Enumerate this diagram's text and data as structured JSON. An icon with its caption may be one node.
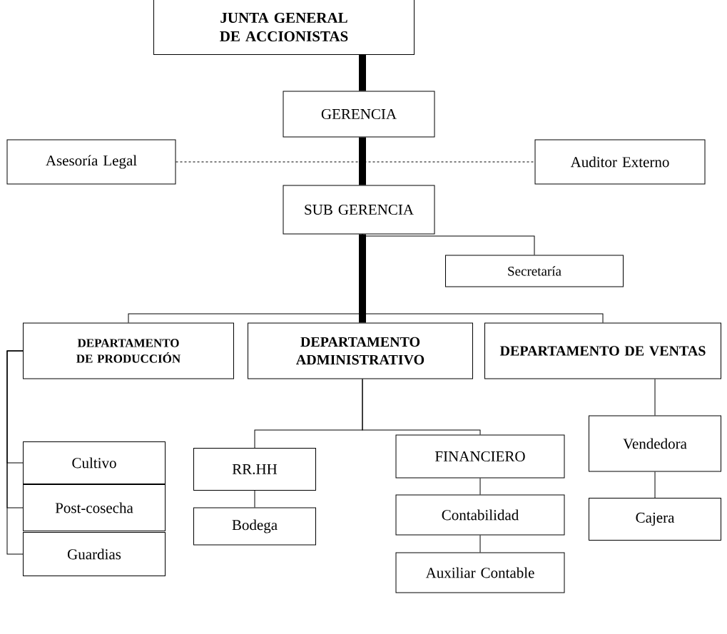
{
  "diagram": {
    "nodes": [
      {
        "text": [
          "JUNTA GENERAL DE ACCIONISTAS"
        ]
      },
      {
        "text": [
          "GERENCIA"
        ]
      },
      {
        "text": [
          "Asesoría Legal"
        ]
      },
      {
        "text": [
          "Auditor Externo"
        ]
      },
      {
        "text": [
          "SUB GERENCIA"
        ]
      },
      {
        "text": [
          "Secretaría"
        ]
      },
      {
        "text": [
          "DEPARTAMENTO DE PRODUCCIÓN"
        ]
      },
      {
        "text": [
          "DEPARTAMENTO ADMINISTRATIVO"
        ]
      },
      {
        "text": [
          "DEPARTAMENTO DE VENTAS"
        ]
      },
      {
        "text": [
          "Cultivo"
        ]
      },
      {
        "text": [
          "Post-cosecha"
        ]
      },
      {
        "text": [
          "Guardias"
        ]
      },
      {
        "text": [
          "RR.HH"
        ]
      },
      {
        "text": [
          "Bodega"
        ]
      },
      {
        "text": [
          "FINANCIERO"
        ]
      },
      {
        "text": [
          "Contabilidad"
        ]
      },
      {
        "text": [
          "Auxiliar Contable"
        ]
      },
      {
        "text": [
          "Vendedora"
        ]
      },
      {
        "text": [
          "Cajera"
        ]
      }
    ],
    "edges": [
      {
        "from": 0,
        "to": 1,
        "arrow": "none",
        "style": "thick"
      },
      {
        "from": 1,
        "to": 4,
        "arrow": "none",
        "style": "thick"
      },
      {
        "from": 2,
        "to": 3,
        "arrow": "none",
        "style": "dashed"
      },
      {
        "from": 4,
        "to": 5,
        "arrow": "none"
      },
      {
        "from": 4,
        "to": 6,
        "arrow": "none"
      },
      {
        "from": 4,
        "to": 7,
        "arrow": "none",
        "style": "thick"
      },
      {
        "from": 4,
        "to": 8,
        "arrow": "none"
      },
      {
        "from": 6,
        "to": 9,
        "arrow": "none"
      },
      {
        "from": 6,
        "to": 10,
        "arrow": "none"
      },
      {
        "from": 6,
        "to": 11,
        "arrow": "none"
      },
      {
        "from": 7,
        "to": 12,
        "arrow": "none"
      },
      {
        "from": 7,
        "to": 14,
        "arrow": "none"
      },
      {
        "from": 12,
        "to": 13,
        "arrow": "none"
      },
      {
        "from": 14,
        "to": 15,
        "arrow": "none"
      },
      {
        "from": 15,
        "to": 16,
        "arrow": "none"
      },
      {
        "from": 8,
        "to": 17,
        "arrow": "none"
      },
      {
        "from": 17,
        "to": 18,
        "arrow": "none"
      }
    ]
  }
}
